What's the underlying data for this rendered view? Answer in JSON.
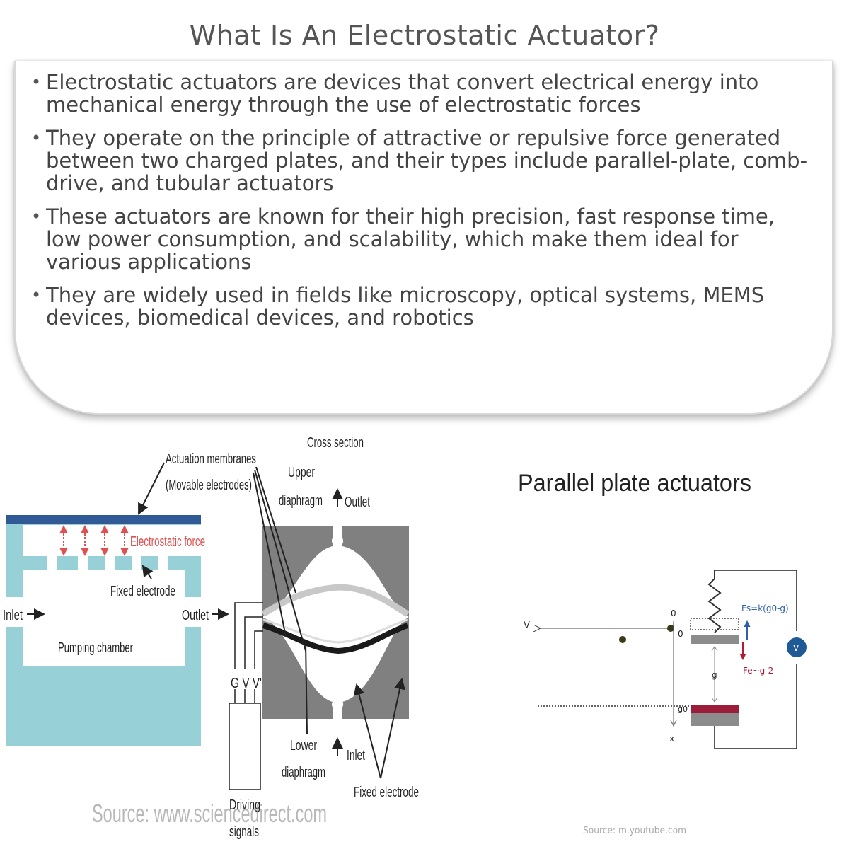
{
  "title": "What Is An Electrostatic Actuator?",
  "bullets": [
    "Electrostatic actuators are devices that convert electrical energy into mechanical energy through the use of electrostatic forces",
    "They operate on the principle of attractive or repulsive force generated between two charged plates, and their types include parallel-plate, comb-drive, and tubular actuators",
    "These actuators are known for their high precision, fast response time, low power consumption, and scalability, which make them ideal for various applications",
    "They are widely used in fields like microscopy, optical systems, MEMS devices, biomedical devices, and robotics"
  ],
  "left_figure": {
    "cross_section": "Cross section",
    "actuation_line1": "Actuation membranes",
    "actuation_line2": "(Movable electrodes)",
    "upper_line1": "Upper",
    "upper_line2": "diaphragm",
    "outlet_top": "Outlet",
    "electrostatic_force": "Electrostatic force",
    "fixed_electrode_top": "Fixed electrode",
    "inlet_left": "Inlet",
    "outlet_mid": "Outlet",
    "pumping_chamber": "Pumping chamber",
    "gvv": "G V V'",
    "lower_line1": "Lower",
    "lower_line2": "diaphragm",
    "inlet_bottom": "Inlet",
    "fixed_electrode_bottom": "Fixed electrode",
    "driving_line1": "Driving",
    "driving_line2": "signals",
    "source": "Source: www.sciencedirect.com",
    "colors": {
      "chamber": "#97d0d6",
      "membrane": "#2f5a96",
      "force": "#e05050",
      "body": "#808080"
    }
  },
  "right_figure": {
    "title": "Parallel plate actuators",
    "v_label": "V",
    "zero_top": "0",
    "zero_mid": "0",
    "g_label": "g",
    "g0_label": "g0",
    "x_label": "x",
    "fs_label": "Fs=k(g0-g)",
    "fe_label": "Fe~g-2",
    "volt_label": "V",
    "source": "Source: m.youtube.com",
    "colors": {
      "plate_bottom": "#9b1d3a",
      "plate": "#8c8c8c",
      "volt": "#1f5a96",
      "fs": "#2f5fa8",
      "fe": "#b01c36"
    }
  }
}
